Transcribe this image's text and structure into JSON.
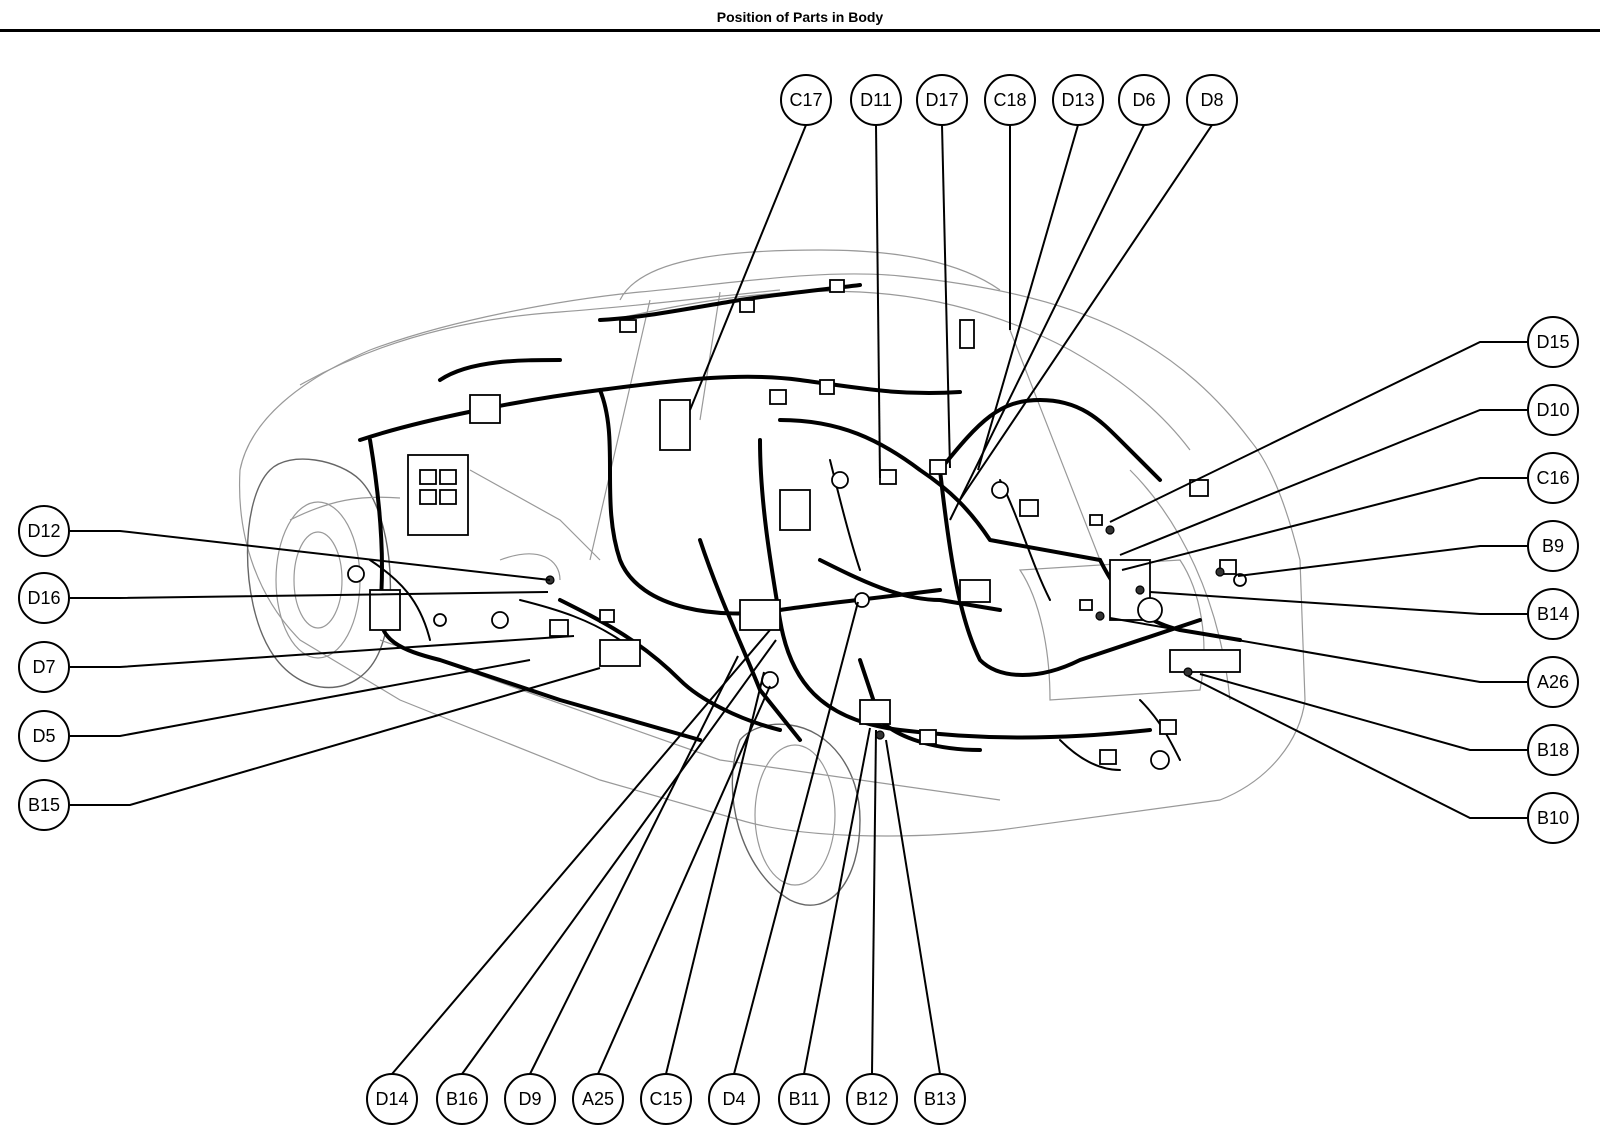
{
  "header": {
    "title": "Position of Parts in Body"
  },
  "callouts": {
    "top": [
      "C17",
      "D11",
      "D17",
      "C18",
      "D13",
      "D6",
      "D8"
    ],
    "left": [
      "D12",
      "D16",
      "D7",
      "D5",
      "B15"
    ],
    "right": [
      "D15",
      "D10",
      "C16",
      "B9",
      "B14",
      "A26",
      "B18",
      "B10"
    ],
    "bottom": [
      "D14",
      "B16",
      "D9",
      "A25",
      "C15",
      "D4",
      "B11",
      "B12",
      "B13"
    ]
  }
}
